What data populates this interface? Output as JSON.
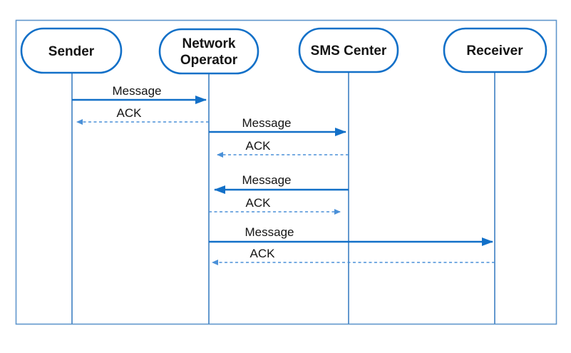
{
  "diagram": {
    "type": "sequence-diagram",
    "subject": "SMS message delivery flow",
    "colors": {
      "actor_border": "#1270c8",
      "solid_arrow": "#1270c8",
      "dashed_arrow": "#4a90d8",
      "lifeline": "#3c7ec2",
      "frame_border": "#6096cc",
      "text": "#141414",
      "background": "#ffffff"
    },
    "actors": [
      {
        "id": "sender",
        "lines": [
          "Sender"
        ]
      },
      {
        "id": "network-operator",
        "lines": [
          "Network",
          "Operator"
        ]
      },
      {
        "id": "sms-center",
        "lines": [
          "SMS Center"
        ]
      },
      {
        "id": "receiver",
        "lines": [
          "Receiver"
        ]
      }
    ],
    "messages": [
      {
        "from": "sender",
        "to": "network-operator",
        "label": "Message",
        "line_style": "solid"
      },
      {
        "from": "network-operator",
        "to": "sender",
        "label": "ACK",
        "line_style": "dashed"
      },
      {
        "from": "network-operator",
        "to": "sms-center",
        "label": "Message",
        "line_style": "solid"
      },
      {
        "from": "sms-center",
        "to": "network-operator",
        "label": "ACK",
        "line_style": "dashed"
      },
      {
        "from": "sms-center",
        "to": "network-operator",
        "label": "Message",
        "line_style": "solid"
      },
      {
        "from": "network-operator",
        "to": "sms-center",
        "label": "ACK",
        "line_style": "dashed"
      },
      {
        "from": "network-operator",
        "to": "receiver",
        "label": "Message",
        "line_style": "solid"
      },
      {
        "from": "receiver",
        "to": "network-operator",
        "label": "ACK",
        "line_style": "dashed"
      }
    ]
  }
}
